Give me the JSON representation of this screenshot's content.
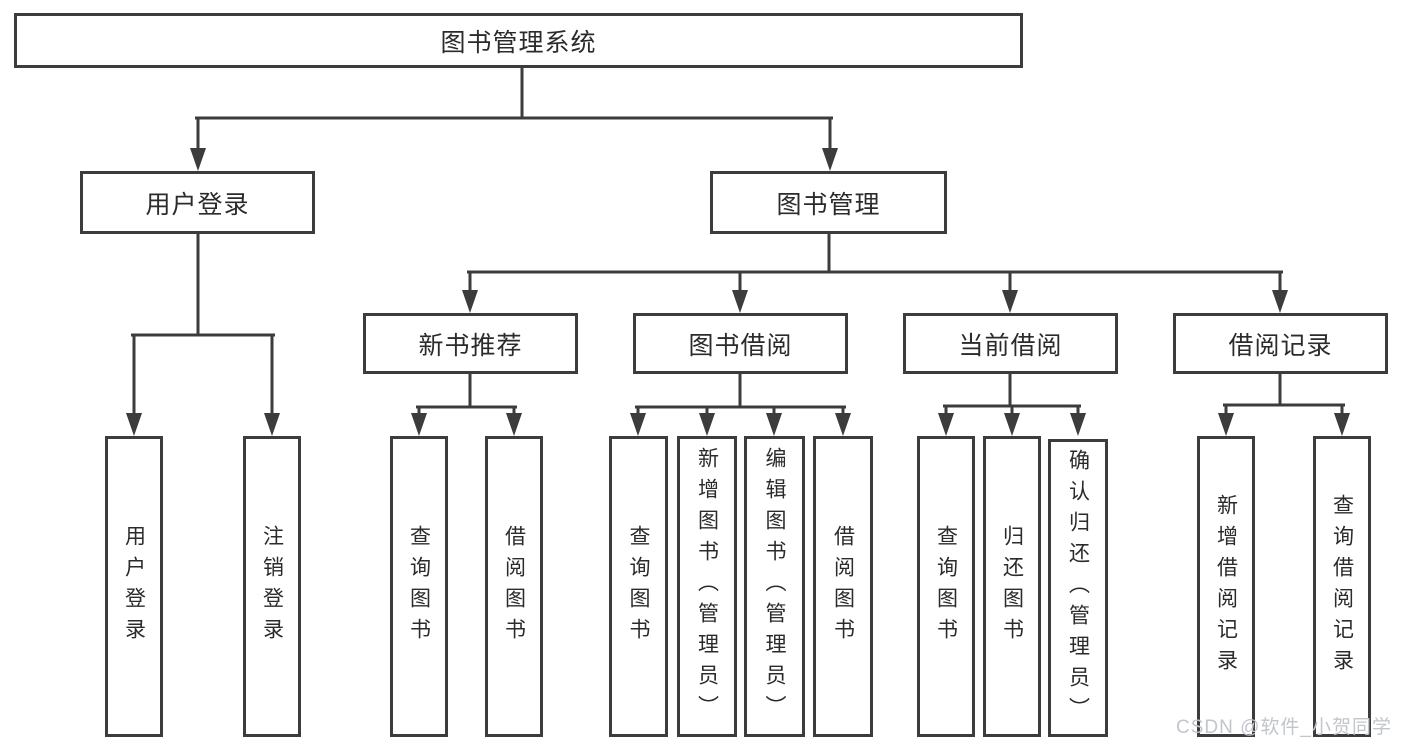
{
  "diagram": {
    "root": {
      "label": "图书管理系统"
    },
    "level2": [
      {
        "label": "用户登录"
      },
      {
        "label": "图书管理"
      }
    ],
    "level3": [
      {
        "label": "新书推荐",
        "parent": "图书管理"
      },
      {
        "label": "图书借阅",
        "parent": "图书管理"
      },
      {
        "label": "当前借阅",
        "parent": "图书管理"
      },
      {
        "label": "借阅记录",
        "parent": "图书管理"
      }
    ],
    "leaves": [
      {
        "label": "用户登录",
        "parent": "用户登录"
      },
      {
        "label": "注销登录",
        "parent": "用户登录"
      },
      {
        "label": "查询图书",
        "parent": "新书推荐"
      },
      {
        "label": "借阅图书",
        "parent": "新书推荐"
      },
      {
        "label": "查询图书",
        "parent": "图书借阅"
      },
      {
        "label": "新增图书（管理员）",
        "parent": "图书借阅"
      },
      {
        "label": "编辑图书（管理员）",
        "parent": "图书借阅"
      },
      {
        "label": "借阅图书",
        "parent": "图书借阅"
      },
      {
        "label": "查询图书",
        "parent": "当前借阅"
      },
      {
        "label": "归还图书",
        "parent": "当前借阅"
      },
      {
        "label": "确认归还（管理员）",
        "parent": "当前借阅"
      },
      {
        "label": "新增借阅记录",
        "parent": "借阅记录"
      },
      {
        "label": "查询借阅记录",
        "parent": "借阅记录"
      }
    ]
  },
  "watermark": {
    "text": "CSDN @软件_小贺同学"
  },
  "colors": {
    "line": "#3c3c3c",
    "text": "#2b2b2b",
    "box_fill": "#ffffff",
    "watermark": "#c2c5cb"
  }
}
